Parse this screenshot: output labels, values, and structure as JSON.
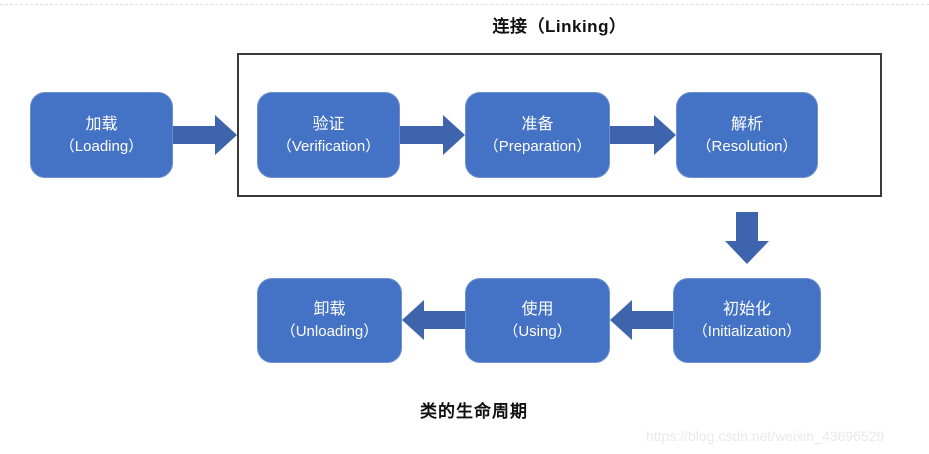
{
  "diagram": {
    "title": "连接（Linking）",
    "caption": "类的生命周期",
    "watermark": "https://blog.csdn.net/weixin_43696529",
    "group": {
      "label": "连接（Linking）",
      "members": [
        "verification",
        "preparation",
        "resolution"
      ]
    },
    "nodes": [
      {
        "id": "loading",
        "zh": "加载",
        "en": "（Loading）"
      },
      {
        "id": "verification",
        "zh": "验证",
        "en": "（Verification）"
      },
      {
        "id": "preparation",
        "zh": "准备",
        "en": "（Preparation）"
      },
      {
        "id": "resolution",
        "zh": "解析",
        "en": "（Resolution）"
      },
      {
        "id": "initialization",
        "zh": "初始化",
        "en": "（Initialization）"
      },
      {
        "id": "using",
        "zh": "使用",
        "en": "（Using）"
      },
      {
        "id": "unloading",
        "zh": "卸载",
        "en": "（Unloading）"
      }
    ],
    "edges": [
      {
        "from": "loading",
        "to": "verification",
        "direction": "right"
      },
      {
        "from": "verification",
        "to": "preparation",
        "direction": "right"
      },
      {
        "from": "preparation",
        "to": "resolution",
        "direction": "right"
      },
      {
        "from": "resolution",
        "to": "initialization",
        "direction": "down"
      },
      {
        "from": "initialization",
        "to": "using",
        "direction": "left"
      },
      {
        "from": "using",
        "to": "unloading",
        "direction": "left"
      }
    ]
  },
  "colors": {
    "node_fill": "#4472C4",
    "node_border": "#6B8FD0",
    "node_text": "#FFFFFF",
    "arrow_fill": "#3E64AE",
    "group_border": "#3A3A3A",
    "title_text": "#111111",
    "watermark_text": "#E9E9E9",
    "divider": "#DEDEDE"
  }
}
